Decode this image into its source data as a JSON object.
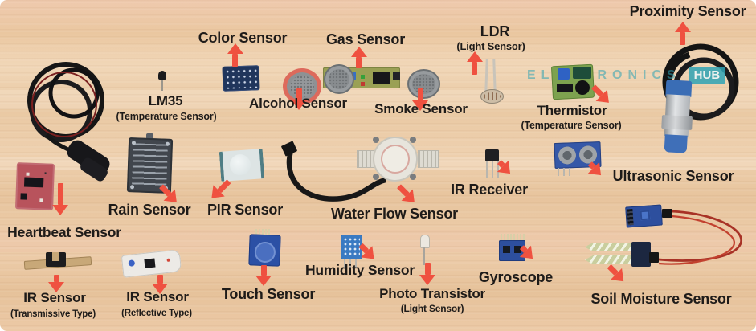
{
  "colors": {
    "arrow": "#ef5140",
    "label": "#1e1b19",
    "wood": "#ebc8a2",
    "watermark": "#2fa3b4"
  },
  "watermark": {
    "part1": "ELECTRONICS",
    "part2": "HUB"
  },
  "labels": {
    "proximity": {
      "label": "Proximity Sensor"
    },
    "color_sensor": {
      "label": "Color Sensor"
    },
    "gas": {
      "label": "Gas Sensor"
    },
    "ldr": {
      "label": "LDR",
      "sub": "(Light Sensor)"
    },
    "lm35": {
      "label": "LM35",
      "sub": "(Temperature Sensor)"
    },
    "alcohol": {
      "label": "Alcohol Sensor"
    },
    "smoke": {
      "label": "Smoke Sensor"
    },
    "thermistor": {
      "label": "Thermistor",
      "sub": "(Temperature Sensor)"
    },
    "rain": {
      "label": "Rain Sensor"
    },
    "pir": {
      "label": "PIR Sensor"
    },
    "water_flow": {
      "label": "Water Flow Sensor"
    },
    "ir_receiver": {
      "label": "IR Receiver"
    },
    "ultrasonic": {
      "label": "Ultrasonic Sensor"
    },
    "heartbeat": {
      "label": "Heartbeat Sensor"
    },
    "ir_transmissive": {
      "label": "IR Sensor",
      "sub": "(Transmissive Type)"
    },
    "ir_reflective": {
      "label": "IR Sensor",
      "sub": "(Reflective Type)"
    },
    "touch": {
      "label": "Touch Sensor"
    },
    "humidity": {
      "label": "Humidity Sensor"
    },
    "photo_transistor": {
      "label": "Photo Transistor",
      "sub": "(Light Sensor)"
    },
    "gyroscope": {
      "label": "Gyroscope"
    },
    "soil_moisture": {
      "label": "Soil Moisture Sensor"
    }
  }
}
